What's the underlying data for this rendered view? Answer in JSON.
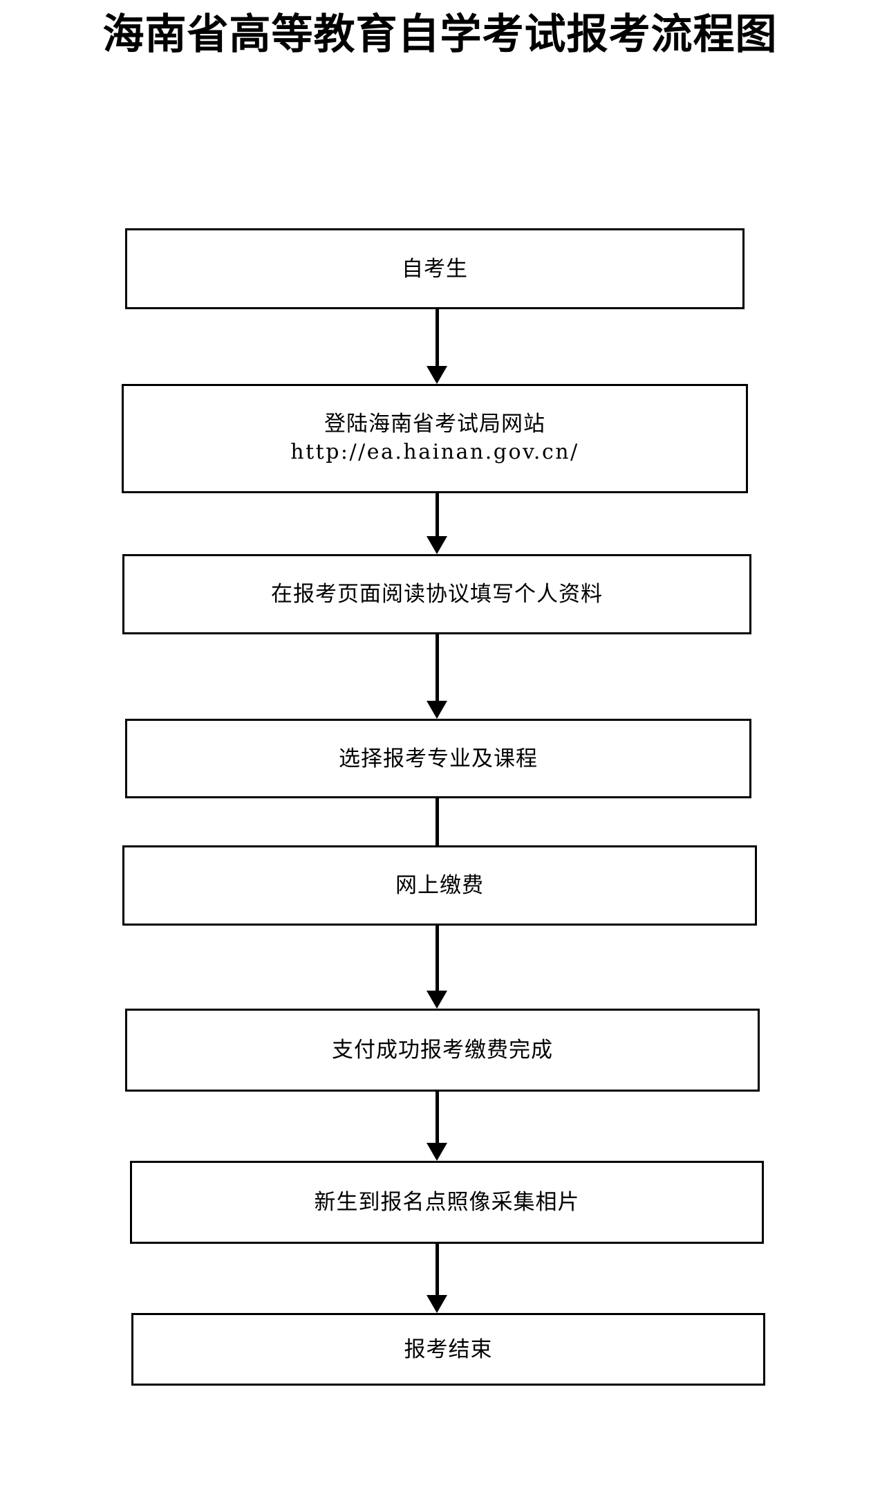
{
  "document": {
    "title": "海南省高等教育自学考试报考流程图",
    "type": "flowchart",
    "orientation": "top-to-bottom",
    "colors": {
      "background": "#ffffff",
      "stroke": "#000000",
      "text": "#000000"
    }
  },
  "flowchart": {
    "nodes": [
      {
        "id": "node-1",
        "shape": "rectangle",
        "lines": [
          "自考生"
        ],
        "url": ""
      },
      {
        "id": "node-2",
        "shape": "rectangle",
        "lines": [
          "登陆海南省考试局网站"
        ],
        "url": "http://ea.hainan.gov.cn/"
      },
      {
        "id": "node-3",
        "shape": "rectangle",
        "lines": [
          "在报考页面阅读协议填写个人资料"
        ],
        "url": ""
      },
      {
        "id": "node-4",
        "shape": "rectangle",
        "lines": [
          "选择报考专业及课程"
        ],
        "url": ""
      },
      {
        "id": "node-5",
        "shape": "rectangle",
        "lines": [
          "网上缴费"
        ],
        "url": ""
      },
      {
        "id": "node-6",
        "shape": "rectangle",
        "lines": [
          "支付成功报考缴费完成"
        ],
        "url": ""
      },
      {
        "id": "node-7",
        "shape": "rectangle",
        "lines": [
          "新生到报名点照像采集相片"
        ],
        "url": ""
      },
      {
        "id": "node-8",
        "shape": "rectangle",
        "lines": [
          "报考结束"
        ],
        "url": ""
      }
    ],
    "edges": [
      {
        "from": "node-1",
        "to": "node-2",
        "style": "solid-arrow-down"
      },
      {
        "from": "node-2",
        "to": "node-3",
        "style": "solid-arrow-down"
      },
      {
        "from": "node-3",
        "to": "node-4",
        "style": "solid-arrow-down"
      },
      {
        "from": "node-4",
        "to": "node-5",
        "style": "solid-arrow-down"
      },
      {
        "from": "node-5",
        "to": "node-6",
        "style": "solid-arrow-down"
      },
      {
        "from": "node-6",
        "to": "node-7",
        "style": "solid-arrow-down"
      },
      {
        "from": "node-7",
        "to": "node-8",
        "style": "solid-arrow-down"
      }
    ]
  }
}
